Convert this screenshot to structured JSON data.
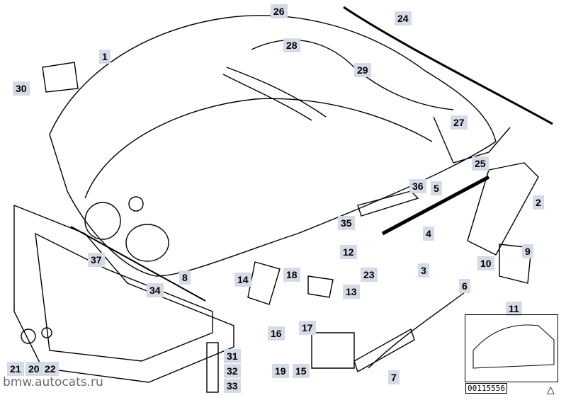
{
  "callouts": [
    {
      "label": "1"
    },
    {
      "label": "2"
    },
    {
      "label": "3"
    },
    {
      "label": "4"
    },
    {
      "label": "5"
    },
    {
      "label": "6"
    },
    {
      "label": "7"
    },
    {
      "label": "8"
    },
    {
      "label": "9"
    },
    {
      "label": "10"
    },
    {
      "label": "11"
    },
    {
      "label": "12"
    },
    {
      "label": "13"
    },
    {
      "label": "14"
    },
    {
      "label": "15"
    },
    {
      "label": "16"
    },
    {
      "label": "17"
    },
    {
      "label": "18"
    },
    {
      "label": "19"
    },
    {
      "label": "20"
    },
    {
      "label": "21"
    },
    {
      "label": "22"
    },
    {
      "label": "23"
    },
    {
      "label": "24"
    },
    {
      "label": "25"
    },
    {
      "label": "26"
    },
    {
      "label": "27"
    },
    {
      "label": "28"
    },
    {
      "label": "29"
    },
    {
      "label": "30"
    },
    {
      "label": "31"
    },
    {
      "label": "32"
    },
    {
      "label": "33"
    },
    {
      "label": "34"
    },
    {
      "label": "35"
    },
    {
      "label": "36"
    },
    {
      "label": "37"
    }
  ],
  "footer": {
    "watermark": "bmw.autocats.ru",
    "doc_number": "00115556",
    "warning_symbol": "△"
  },
  "icons": [
    "bonnet-part-icon",
    "car-inset-icon"
  ]
}
